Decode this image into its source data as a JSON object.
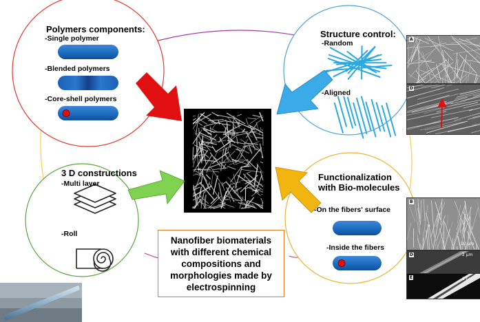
{
  "center": {
    "label": "Nanofiber biomaterials\nwith different chemical\ncompositions and\nmorphologies made by\nelectrospinning"
  },
  "polymers": {
    "title": "Polymers components:",
    "items": [
      "-Single polymer",
      "-Blended polymers",
      "-Core-shell polymers"
    ]
  },
  "structure": {
    "title": "Structure control:",
    "items": [
      "-Random",
      "-Aligned"
    ]
  },
  "constructions": {
    "title": "3 D constructions",
    "items": [
      "-Multi layer",
      "-Roll"
    ]
  },
  "functionalization": {
    "title_line1": "Functionalization",
    "title_line2": "with Bio-molecules",
    "items": [
      "-On the fibers' surface",
      "-Inside the fibers"
    ]
  },
  "micrographs": {
    "panel_a_letter": "A",
    "panel_d_letter": "D",
    "panel_b_letter": "B",
    "panel_b_scale": "10 µm",
    "panel_d2_letter": "D",
    "panel_d2_scale": "2 µm",
    "panel_e_letter": "E",
    "panel_e_scale": "1 µm"
  },
  "colors": {
    "polymers_circle": "#e03a2f",
    "structure_circle": "#4aa3d8",
    "constructions_circle": "#5aa33a",
    "functionalization_circle": "#f2b233",
    "big_circle_arc_top": "#a23a9f",
    "big_circle_arc_sides": "#f2d24a",
    "fiber_blue": "#1565c0",
    "arrow_red": "#e01010",
    "arrow_blue": "#3aaae8",
    "arrow_green": "#7fd150",
    "arrow_orange": "#f2b40f",
    "label_border": "#e07b22"
  }
}
